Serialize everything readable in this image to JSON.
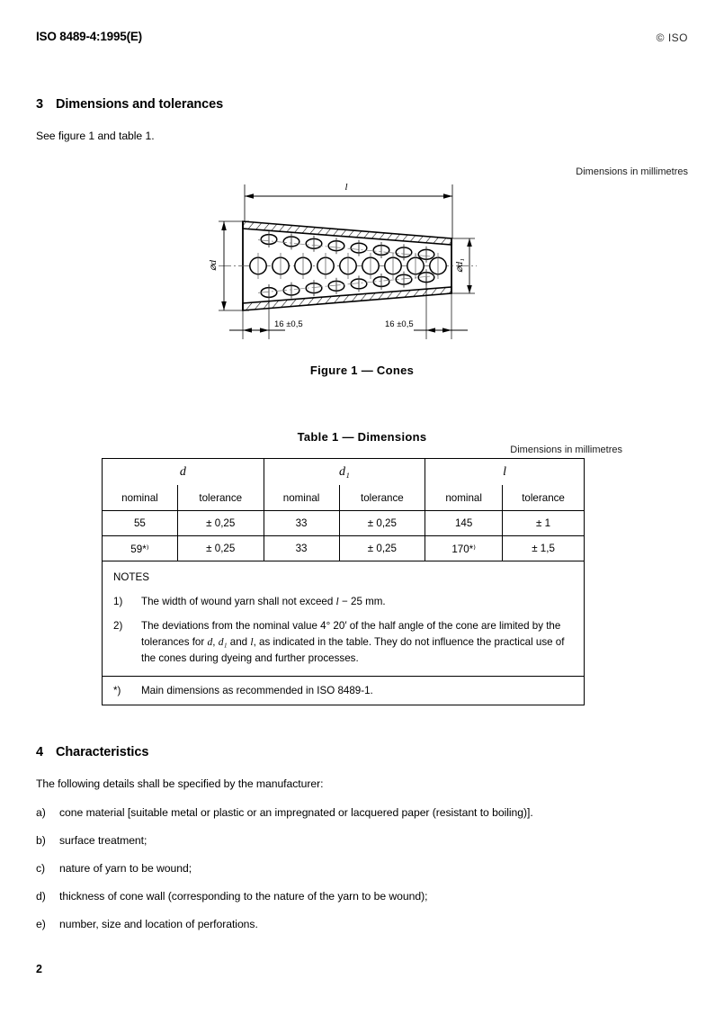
{
  "header": {
    "standard_ref": "ISO 8489-4:1995(E)",
    "copyright": "© ISO"
  },
  "clause3": {
    "number": "3",
    "title": "Dimensions and tolerances",
    "intro": "See figure 1 and table 1."
  },
  "figure": {
    "units_note": "Dimensions in millimetres",
    "caption": "Figure 1 — Cones",
    "length_label": "l",
    "diameter_large_label": "⌀d",
    "diameter_small_label": "⌀d₁",
    "edge_dim_left": "16 ±0,5",
    "edge_dim_right": "16 ±0,5",
    "perforations": {
      "middle_row_count": 9,
      "upper_row_count": 8,
      "lower_row_count": 8
    },
    "half_angle": "4° 20′"
  },
  "table": {
    "caption": "Table 1 — Dimensions",
    "units_note": "Dimensions in millimetres",
    "groups": [
      {
        "symbol": "d"
      },
      {
        "symbol": "d₁"
      },
      {
        "symbol": "l"
      }
    ],
    "subheaders": [
      "nominal",
      "tolerance",
      "nominal",
      "tolerance",
      "nominal",
      "tolerance"
    ],
    "rows": [
      [
        "55",
        "± 0,25",
        "33",
        "± 0,25",
        "145",
        "± 1"
      ],
      [
        "59*⁾",
        "± 0,25",
        "33",
        "± 0,25",
        "170*⁾",
        "± 1,5"
      ]
    ],
    "notes_title": "NOTES",
    "notes": [
      {
        "label": "1)",
        "text": "The width of wound yarn shall not exceed l − 25 mm."
      },
      {
        "label": "2)",
        "text": "The deviations from the nominal value 4° 20′ of the half angle of the cone are limited by the tolerances for d, d₁ and l, as indicated in the table. They do not influence the practical use of the cones during dyeing and further processes."
      }
    ],
    "footnote": {
      "label": "*)",
      "text": "Main dimensions as recommended in ISO 8489-1."
    }
  },
  "clause4": {
    "number": "4",
    "title": "Characteristics",
    "intro": "The following details shall be specified by the manufacturer:",
    "items": [
      {
        "label": "a)",
        "text": "cone material [suitable metal or plastic or an impregnated or lacquered paper (resistant to boiling)]."
      },
      {
        "label": "b)",
        "text": "surface treatment;"
      },
      {
        "label": "c)",
        "text": "nature of yarn to be wound;"
      },
      {
        "label": "d)",
        "text": "thickness of cone wall (corresponding to the nature of the yarn to be wound);"
      },
      {
        "label": "e)",
        "text": "number, size and location of perforations."
      }
    ]
  },
  "footer": {
    "page_number": "2"
  }
}
